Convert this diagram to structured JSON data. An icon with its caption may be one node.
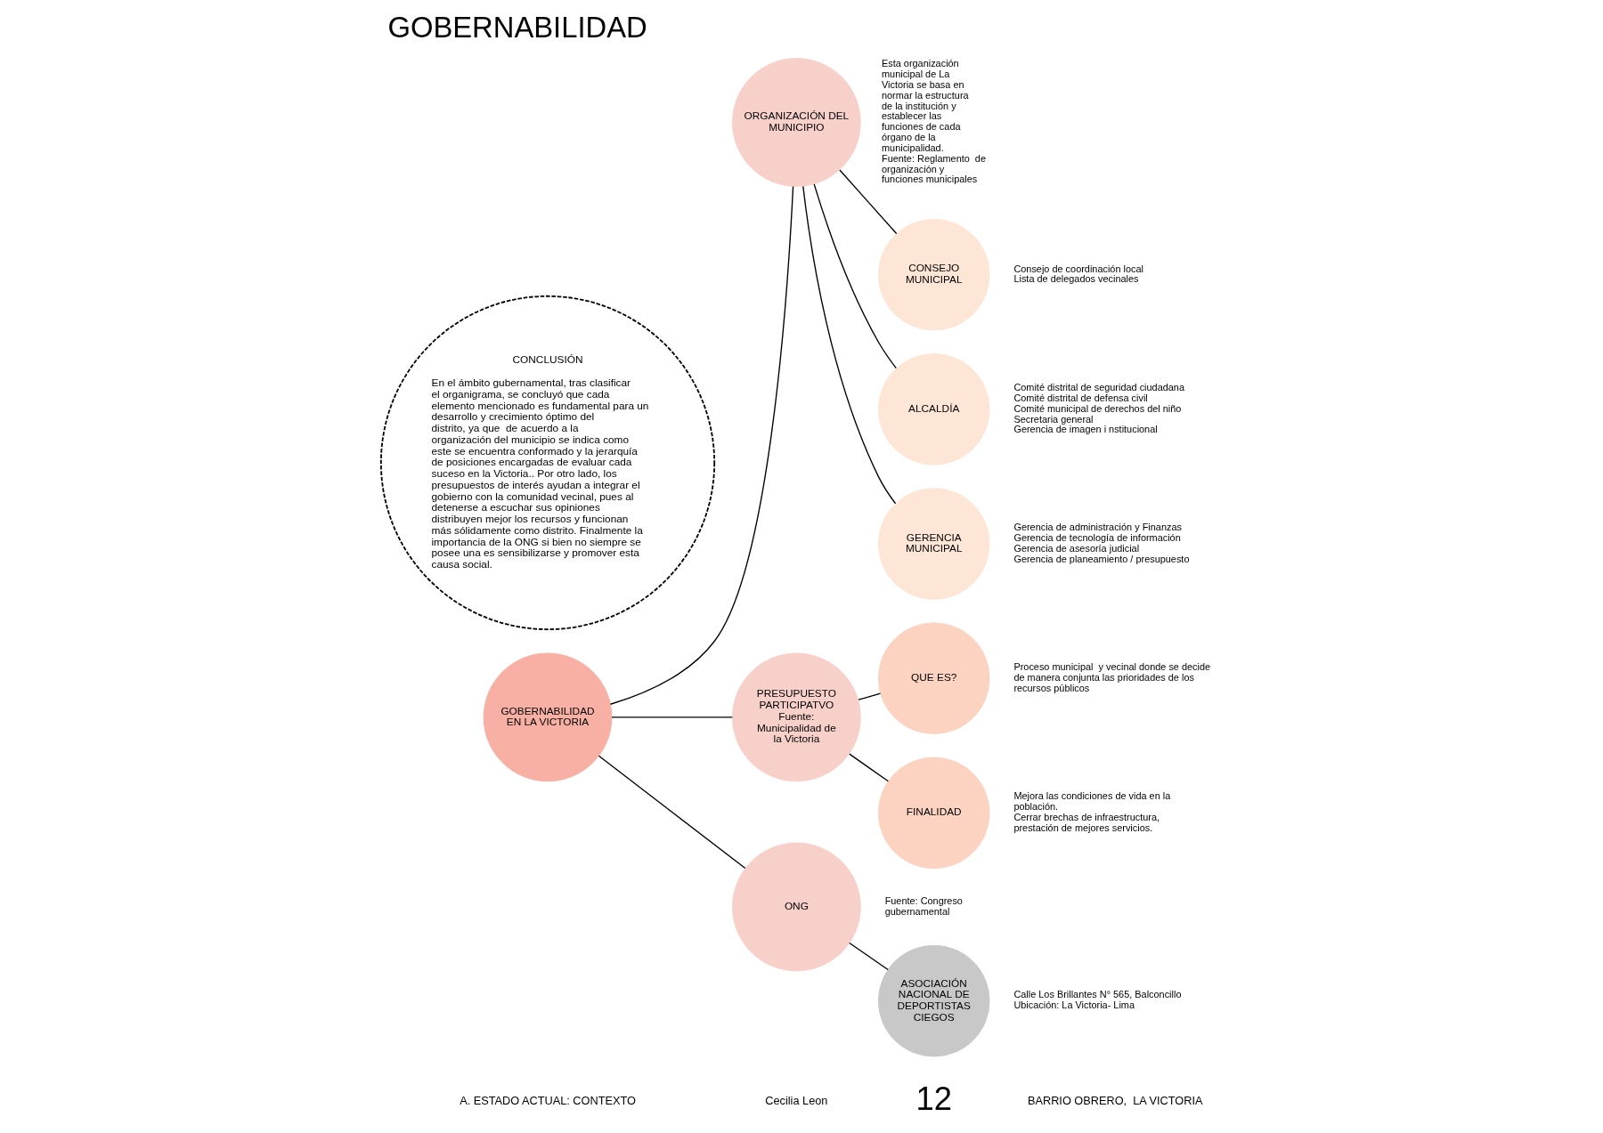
{
  "diagram": {
    "title": "GOBERNABILIDAD",
    "nodes": [
      {
        "text": [
          "GOBERNABILIDAD EN LA VICTORIA"
        ]
      },
      {
        "text": [
          "ORGANIZACIÓN DEL MUNICIPIO"
        ],
        "beside": [
          "Esta organización municipal de La Victoria se basa en normar la estructura de la institución y establecer las funciones de cada órgano de la municipalidad.",
          "Fuente: Reglamento  de organización y funciones municipales"
        ]
      },
      {
        "text": [
          "CONSEJO MUNICIPAL"
        ],
        "beside": [
          "Consejo de coordinación local",
          "Lista de delegados vecinales"
        ]
      },
      {
        "text": [
          "ALCALDÍA"
        ],
        "beside": [
          "Comité distrital de seguridad ciudadana",
          "Comité distrital de defensa civil",
          "Comité municipal de derechos del niño",
          "Secretaria general",
          "Gerencia de imagen i nstitucional"
        ]
      },
      {
        "text": [
          "GERENCIA MUNICIPAL"
        ],
        "beside": [
          "Gerencia de administración y Finanzas",
          "Gerencia de tecnología de información",
          "Gerencia de asesoría judicial",
          "Gerencia de planeamiento / presupuesto"
        ]
      },
      {
        "text": [
          "PRESUPUESTO PARTICIPATVO",
          "Fuente: Municipalidad de la Victoria"
        ]
      },
      {
        "text": [
          "QUE ES?"
        ],
        "beside": [
          "Proceso municipal  y vecinal donde se decide de manera conjunta las prioridades de los recursos públicos"
        ]
      },
      {
        "text": [
          "FINALIDAD"
        ],
        "beside": [
          "Mejora las condiciones de vida en la población.",
          "Cerrar brechas de infraestructura, prestación de mejores servicios."
        ]
      },
      {
        "text": [
          "ONG"
        ],
        "beside": [
          "Fuente: Congreso gubernamental"
        ]
      },
      {
        "text": [
          "ASOCIACIÓN NACIONAL DE DEPORTISTAS CIEGOS"
        ],
        "beside": [
          "Calle Los Brillantes N° 565, Balconcillo",
          "Ubicación: La Victoria- Lima"
        ]
      },
      {
        "text": [
          "CONCLUSIÓN",
          "En el ámbito gubernamental, tras clasificar el organigrama, se concluyó que cada elemento mencionado es fundamental para un desarrollo y crecimiento óptimo del distrito, ya que  de acuerdo a la organización del municipio se indica como este se encuentra conformado y la jerarquía de posiciones encargadas de evaluar cada suceso en la Victoria.. Por otro lado, los presupuestos de interés ayudan a integrar el gobierno con la comunidad vecinal, pues al detenerse a escuchar sus opiniones distribuyen mejor los recursos y funcionan más sólidamente como distrito. Finalmente la importancia de la ONG si bien no siempre se posee una es sensibilizarse y promover esta causa social."
        ]
      }
    ],
    "edges": [
      {
        "from": 0,
        "to": 1,
        "arrow": "none"
      },
      {
        "from": 1,
        "to": 2,
        "arrow": "none"
      },
      {
        "from": 1,
        "to": 3,
        "arrow": "none"
      },
      {
        "from": 1,
        "to": 4,
        "arrow": "none"
      },
      {
        "from": 0,
        "to": 5,
        "arrow": "none"
      },
      {
        "from": 5,
        "to": 6,
        "arrow": "none"
      },
      {
        "from": 5,
        "to": 7,
        "arrow": "none"
      },
      {
        "from": 0,
        "to": 8,
        "arrow": "none"
      },
      {
        "from": 8,
        "to": 9,
        "arrow": "none"
      }
    ],
    "labels": [
      "A. ESTADO ACTUAL: CONTEXTO",
      "Cecilia Leon",
      "12",
      "BARRIO OBRERO,  LA VICTORIA"
    ]
  }
}
